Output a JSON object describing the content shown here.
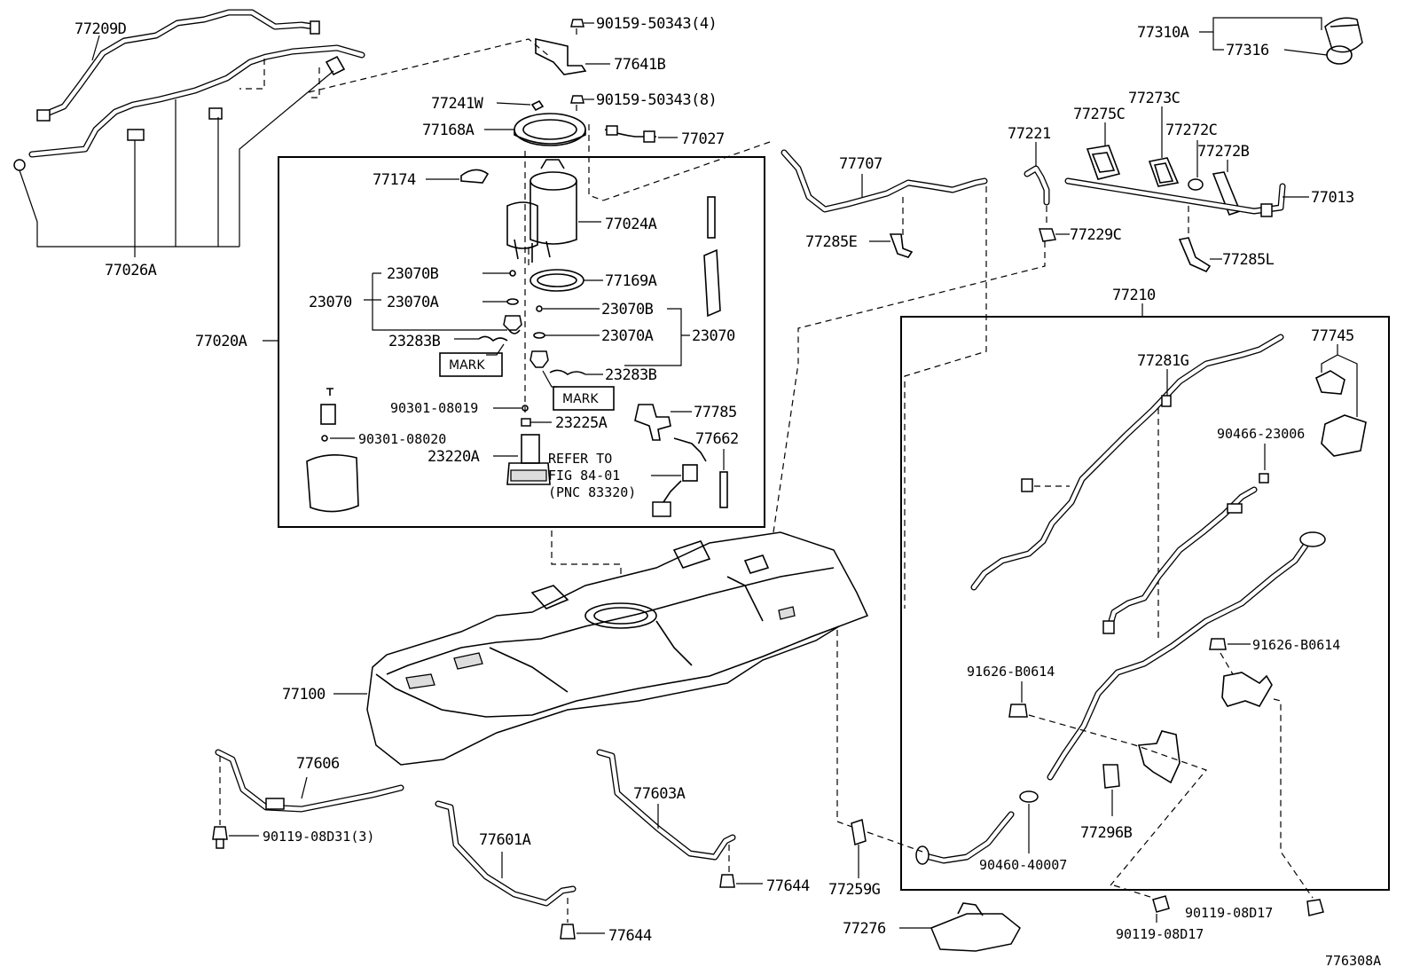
{
  "labels": {
    "p77209D": "77209D",
    "p77026A": "77026A",
    "p90159_4": "90159-50343(4)",
    "p77641B": "77641B",
    "p77241W": "77241W",
    "p90159_8": "90159-50343(8)",
    "p77168A": "77168A",
    "p77027": "77027",
    "p77174": "77174",
    "p77024A": "77024A",
    "p23070B_l": "23070B",
    "p23070_l": "23070",
    "p23070A_l": "23070A",
    "p77169A": "77169A",
    "p23070B_r": "23070B",
    "p77020A": "77020A",
    "p23283B_l": "23283B",
    "p23070A_r": "23070A",
    "p23070_r": "23070",
    "p23283B_r": "23283B",
    "p90301_08019": "90301-08019",
    "p23225A": "23225A",
    "p77785": "77785",
    "p90301_08020": "90301-08020",
    "p77662": "77662",
    "p23220A": "23220A",
    "refer1": "REFER TO",
    "refer2": "FIG 84-01",
    "refer3": "(PNC 83320)",
    "mark_l": "MARK",
    "mark_r": "MARK",
    "p77707": "77707",
    "p77285E": "77285E",
    "p77221": "77221",
    "p77275C": "77275C",
    "p77273C": "77273C",
    "p77272C": "77272C",
    "p77272B": "77272B",
    "p77013": "77013",
    "p77229C": "77229C",
    "p77285L": "77285L",
    "p77310A": "77310A",
    "p77316": "77316",
    "p77210": "77210",
    "p77281G": "77281G",
    "p77745": "77745",
    "p90466_23006": "90466-23006",
    "p91626_B0614_r": "91626-B0614",
    "p91626_B0614_l": "91626-B0614",
    "p77296B": "77296B",
    "p90460_40007": "90460-40007",
    "p90119_08D17_r": "90119-08D17",
    "p90119_08D17_b": "90119-08D17",
    "p77100": "77100",
    "p77606": "77606",
    "p90119_08D31": "90119-08D31(3)",
    "p77603A": "77603A",
    "p77601A": "77601A",
    "p77644_r": "77644",
    "p77644_b": "77644",
    "p77259G": "77259G",
    "p77276": "77276",
    "fig_id": "776308A"
  }
}
